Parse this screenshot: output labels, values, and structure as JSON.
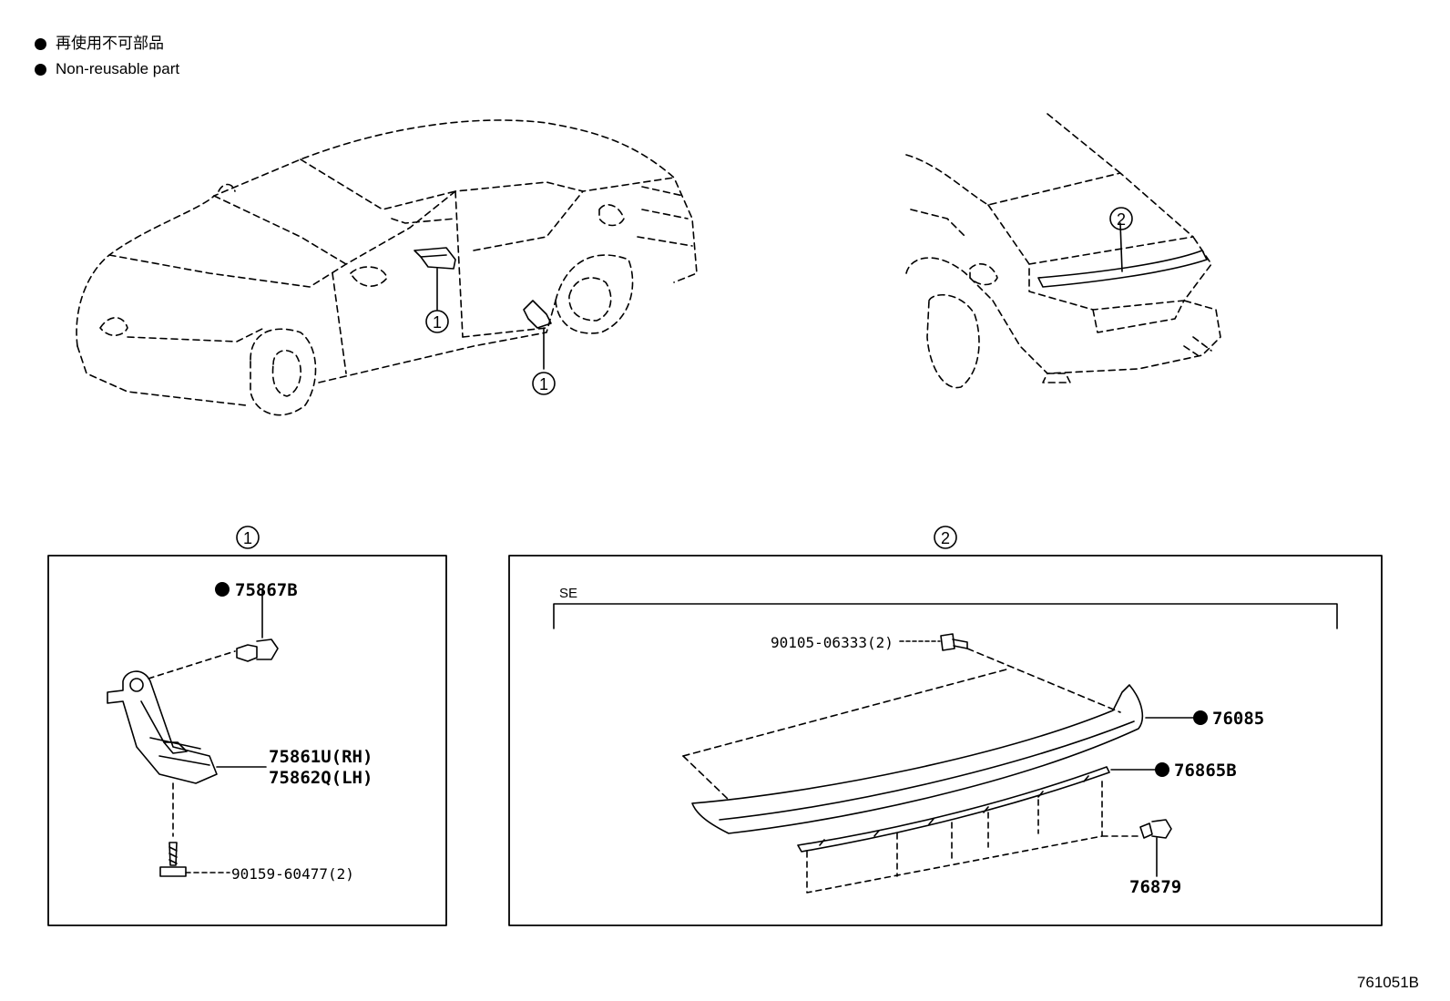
{
  "legend": {
    "line1": "再使用不可部品",
    "line2": "Non-reusable part"
  },
  "reference_code": "761051B",
  "callouts": {
    "c1": "1",
    "c2": "2"
  },
  "panel1": {
    "label": "1",
    "parts": {
      "clip": "75867B",
      "protector_rh": "75861U(RH)",
      "protector_lh": "75862Q(LH)",
      "screw": "90159-60477(2)"
    }
  },
  "panel2": {
    "label": "2",
    "grade": "SE",
    "parts": {
      "bolt": "90105-06333(2)",
      "spoiler": "76085",
      "tape": "76865B",
      "clip": "76879"
    }
  }
}
